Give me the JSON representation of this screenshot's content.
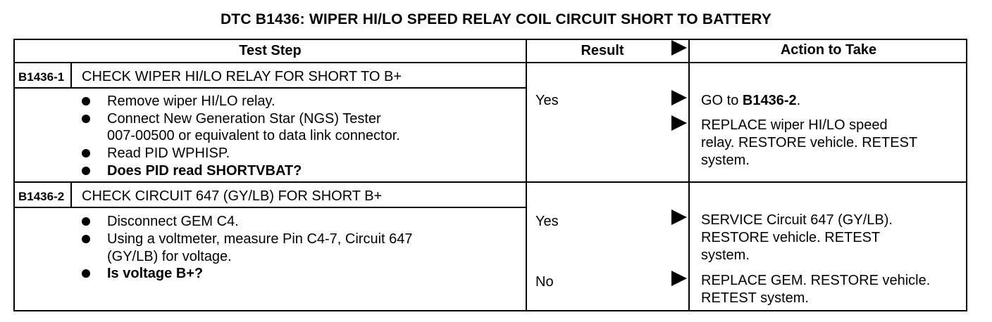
{
  "title": "DTC B1436: WIPER HI/LO SPEED RELAY COIL CIRCUIT SHORT TO BATTERY",
  "headers": {
    "test_step": "Test Step",
    "result": "Result",
    "action": "Action to Take"
  },
  "steps": [
    {
      "id": "B1436-1",
      "heading": "CHECK WIPER HI/LO RELAY FOR SHORT TO B+",
      "bullets": [
        {
          "lines": [
            "Remove wiper HI/LO relay."
          ],
          "bold": false
        },
        {
          "lines": [
            "Connect New Generation Star (NGS) Tester",
            "007-00500 or equivalent to data link connector."
          ],
          "bold": false
        },
        {
          "lines": [
            "Read PID WPHISP."
          ],
          "bold": false
        },
        {
          "lines": [
            "Does PID read SHORTVBAT?"
          ],
          "bold": true
        }
      ],
      "results": [
        {
          "label": "Yes",
          "action_prefix": "GO to ",
          "action_bold": "B1436-2",
          "action_suffix": "."
        },
        {
          "label": "",
          "action_lines": [
            "REPLACE wiper HI/LO speed",
            "relay. RESTORE vehicle. RETEST",
            "system."
          ]
        }
      ]
    },
    {
      "id": "B1436-2",
      "heading": "CHECK CIRCUIT 647 (GY/LB) FOR SHORT B+",
      "bullets": [
        {
          "lines": [
            "Disconnect GEM C4."
          ],
          "bold": false
        },
        {
          "lines": [
            "Using a voltmeter, measure Pin C4-7, Circuit 647",
            "(GY/LB) for voltage."
          ],
          "bold": false
        },
        {
          "lines": [
            "Is voltage B+?"
          ],
          "bold": true
        }
      ],
      "results": [
        {
          "label": "Yes",
          "action_lines": [
            "SERVICE Circuit 647 (GY/LB).",
            "RESTORE vehicle. RETEST",
            "system."
          ]
        },
        {
          "label": "No",
          "action_lines": [
            "REPLACE GEM. RESTORE vehicle.",
            "RETEST system."
          ]
        }
      ]
    }
  ]
}
